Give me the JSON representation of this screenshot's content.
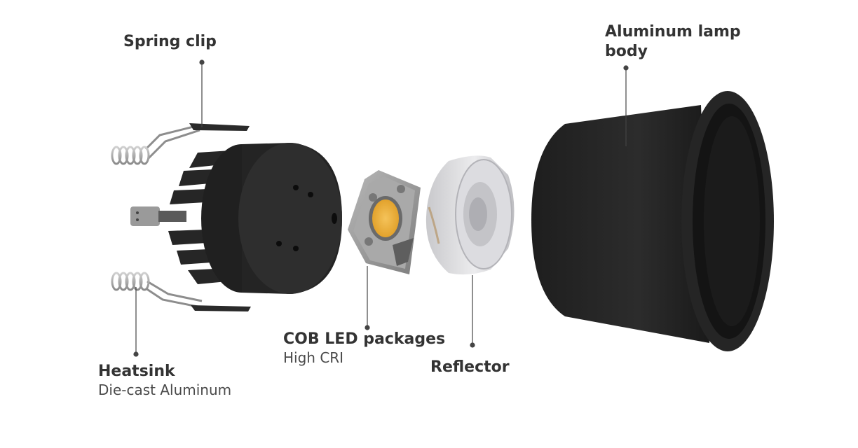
{
  "colors": {
    "label": "#333333",
    "leader": "#444444",
    "body_dark": "#262626",
    "cob_yellow": "#f2b33a",
    "reflector": "#d9d9dc"
  },
  "labels": {
    "spring_clip": {
      "title": "Spring clip"
    },
    "lamp_body": {
      "title_line1": "Aluminum lamp",
      "title_line2": "body"
    },
    "cob": {
      "title": "COB LED packages",
      "subtitle": "High CRI"
    },
    "reflector": {
      "title": "Reflector"
    },
    "heatsink": {
      "title": "Heatsink",
      "subtitle": "Die-cast Aluminum"
    }
  }
}
